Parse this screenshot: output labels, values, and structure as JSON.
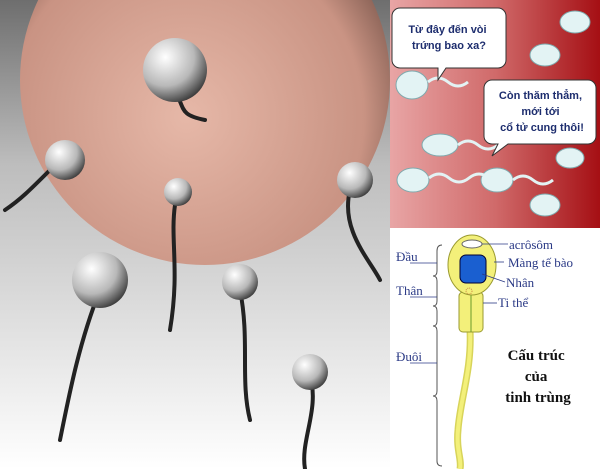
{
  "cartoon": {
    "bubble1": [
      "Từ đây đến vòi",
      "trứng bao xa?"
    ],
    "bubble2": [
      "Còn thăm thẳm,",
      "mới tới",
      "cổ tử cung thôi!"
    ]
  },
  "diagram": {
    "sections": [
      "Đầu",
      "Thân",
      "Đuôi"
    ],
    "parts": [
      "acrôsôm",
      "Màng tế bào",
      "Nhân",
      "Ti thể"
    ],
    "title": [
      "Cấu trúc",
      "của",
      "tinh trùng"
    ]
  },
  "colors": {
    "egg": "#d9a99c",
    "cartoon_red": "#b01818",
    "head_yellow": "#f3f07a",
    "nucleus": "#1a5fd0",
    "label": "#2b3a86"
  }
}
